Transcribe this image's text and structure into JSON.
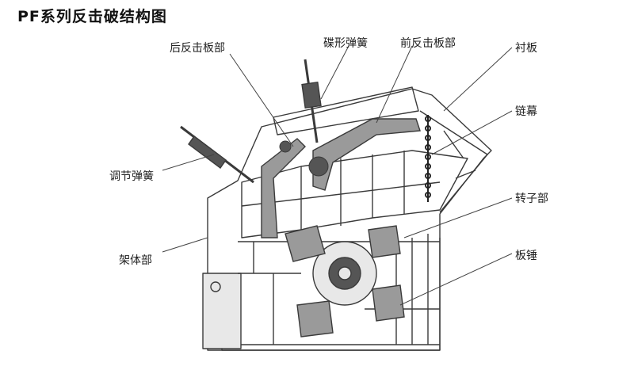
{
  "title": "PF系列反击破结构图",
  "labels": {
    "rear_impact_plate": "后反击板部",
    "disc_spring": "碟形弹簧",
    "front_impact_plate": "前反击板部",
    "liner": "衬板",
    "chain_curtain": "链幕",
    "adjust_spring": "调节弹簧",
    "rotor": "转子部",
    "frame": "架体部",
    "blow_bar": "板锤"
  },
  "colors": {
    "line": "#3a3a3a",
    "fill_dark": "#555555",
    "fill_mid": "#9a9a9a",
    "fill_light": "#e8e8e8",
    "background": "#ffffff"
  }
}
